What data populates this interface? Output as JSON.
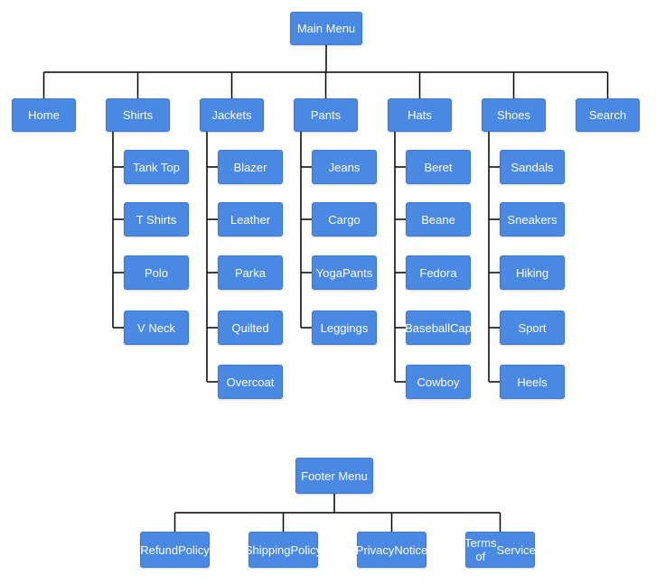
{
  "colors": {
    "node_fill": "#4a89e3",
    "node_border": "#3c78cf",
    "node_text": "#ffffff",
    "edge": "#000000",
    "background": "#ffffff"
  },
  "main_menu": {
    "label": "Main Menu",
    "items": [
      {
        "label": "Home",
        "children": []
      },
      {
        "label": "Shirts",
        "children": [
          "Tank Top",
          "T Shirts",
          "Polo",
          "V Neck"
        ]
      },
      {
        "label": "Jackets",
        "children": [
          "Blazer",
          "Leather",
          "Parka",
          "Quilted",
          "Overcoat"
        ]
      },
      {
        "label": "Pants",
        "children": [
          "Jeans",
          "Cargo",
          "Yoga\nPants",
          "Leggings"
        ]
      },
      {
        "label": "Hats",
        "children": [
          "Beret",
          "Beane",
          "Fedora",
          "Baseball\nCap",
          "Cowboy"
        ]
      },
      {
        "label": "Shoes",
        "children": [
          "Sandals",
          "Sneakers",
          "Hiking",
          "Sport",
          "Heels"
        ]
      },
      {
        "label": "Search",
        "children": []
      }
    ]
  },
  "footer_menu": {
    "label": "Footer Menu",
    "items": [
      "Refund\nPolicy",
      "Shipping\nPolicy",
      "Privacy\nNotice",
      "Terms of\nService"
    ]
  }
}
